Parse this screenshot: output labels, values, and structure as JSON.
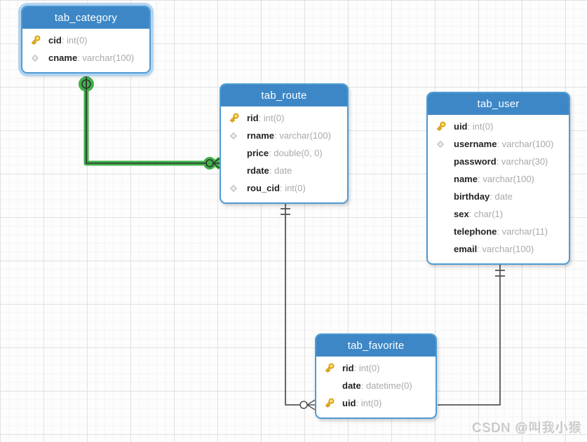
{
  "tables": [
    {
      "title": "tab_category",
      "selected": true,
      "fields": [
        {
          "icon": "key",
          "name": "cid",
          "type": "int(0)"
        },
        {
          "icon": "diamond",
          "name": "cname",
          "type": "varchar(100)"
        }
      ]
    },
    {
      "title": "tab_route",
      "selected": false,
      "fields": [
        {
          "icon": "key",
          "name": "rid",
          "type": "int(0)"
        },
        {
          "icon": "diamond",
          "name": "rname",
          "type": "varchar(100)"
        },
        {
          "icon": "none",
          "name": "price",
          "type": "double(0, 0)"
        },
        {
          "icon": "none",
          "name": "rdate",
          "type": "date"
        },
        {
          "icon": "diamond",
          "name": "rou_cid",
          "type": "int(0)"
        }
      ]
    },
    {
      "title": "tab_user",
      "selected": false,
      "fields": [
        {
          "icon": "key",
          "name": "uid",
          "type": "int(0)"
        },
        {
          "icon": "diamond",
          "name": "username",
          "type": "varchar(100)"
        },
        {
          "icon": "none",
          "name": "password",
          "type": "varchar(30)"
        },
        {
          "icon": "none",
          "name": "name",
          "type": "varchar(100)"
        },
        {
          "icon": "none",
          "name": "birthday",
          "type": "date"
        },
        {
          "icon": "none",
          "name": "sex",
          "type": "char(1)"
        },
        {
          "icon": "none",
          "name": "telephone",
          "type": "varchar(11)"
        },
        {
          "icon": "none",
          "name": "email",
          "type": "varchar(100)"
        }
      ]
    },
    {
      "title": "tab_favorite",
      "selected": false,
      "fields": [
        {
          "icon": "key",
          "name": "rid",
          "type": "int(0)"
        },
        {
          "icon": "none",
          "name": "date",
          "type": "datetime(0)"
        },
        {
          "icon": "key",
          "name": "uid",
          "type": "int(0)"
        }
      ]
    }
  ],
  "relations": [
    {
      "from": "tab_category",
      "to": "tab_route",
      "from_end": "one-circle",
      "to_end": "many-circle",
      "highlighted": true
    },
    {
      "from": "tab_route",
      "to": "tab_favorite",
      "from_end": "one-double-bar",
      "to_end": "many-circle",
      "highlighted": false
    },
    {
      "from": "tab_user",
      "to": "tab_favorite",
      "from_end": "one-double-bar",
      "to_end": "plain",
      "highlighted": false
    }
  ],
  "colors": {
    "table_header": "#3d87c6",
    "table_border": "#4d9bd5",
    "selected_halo": "#b4d4ef",
    "relation_normal": "#555555",
    "relation_highlight": "#3fb14a",
    "key_icon": "#f6c73c",
    "diamond_icon": "#ececec"
  },
  "watermark": "CSDN @叫我小猴"
}
